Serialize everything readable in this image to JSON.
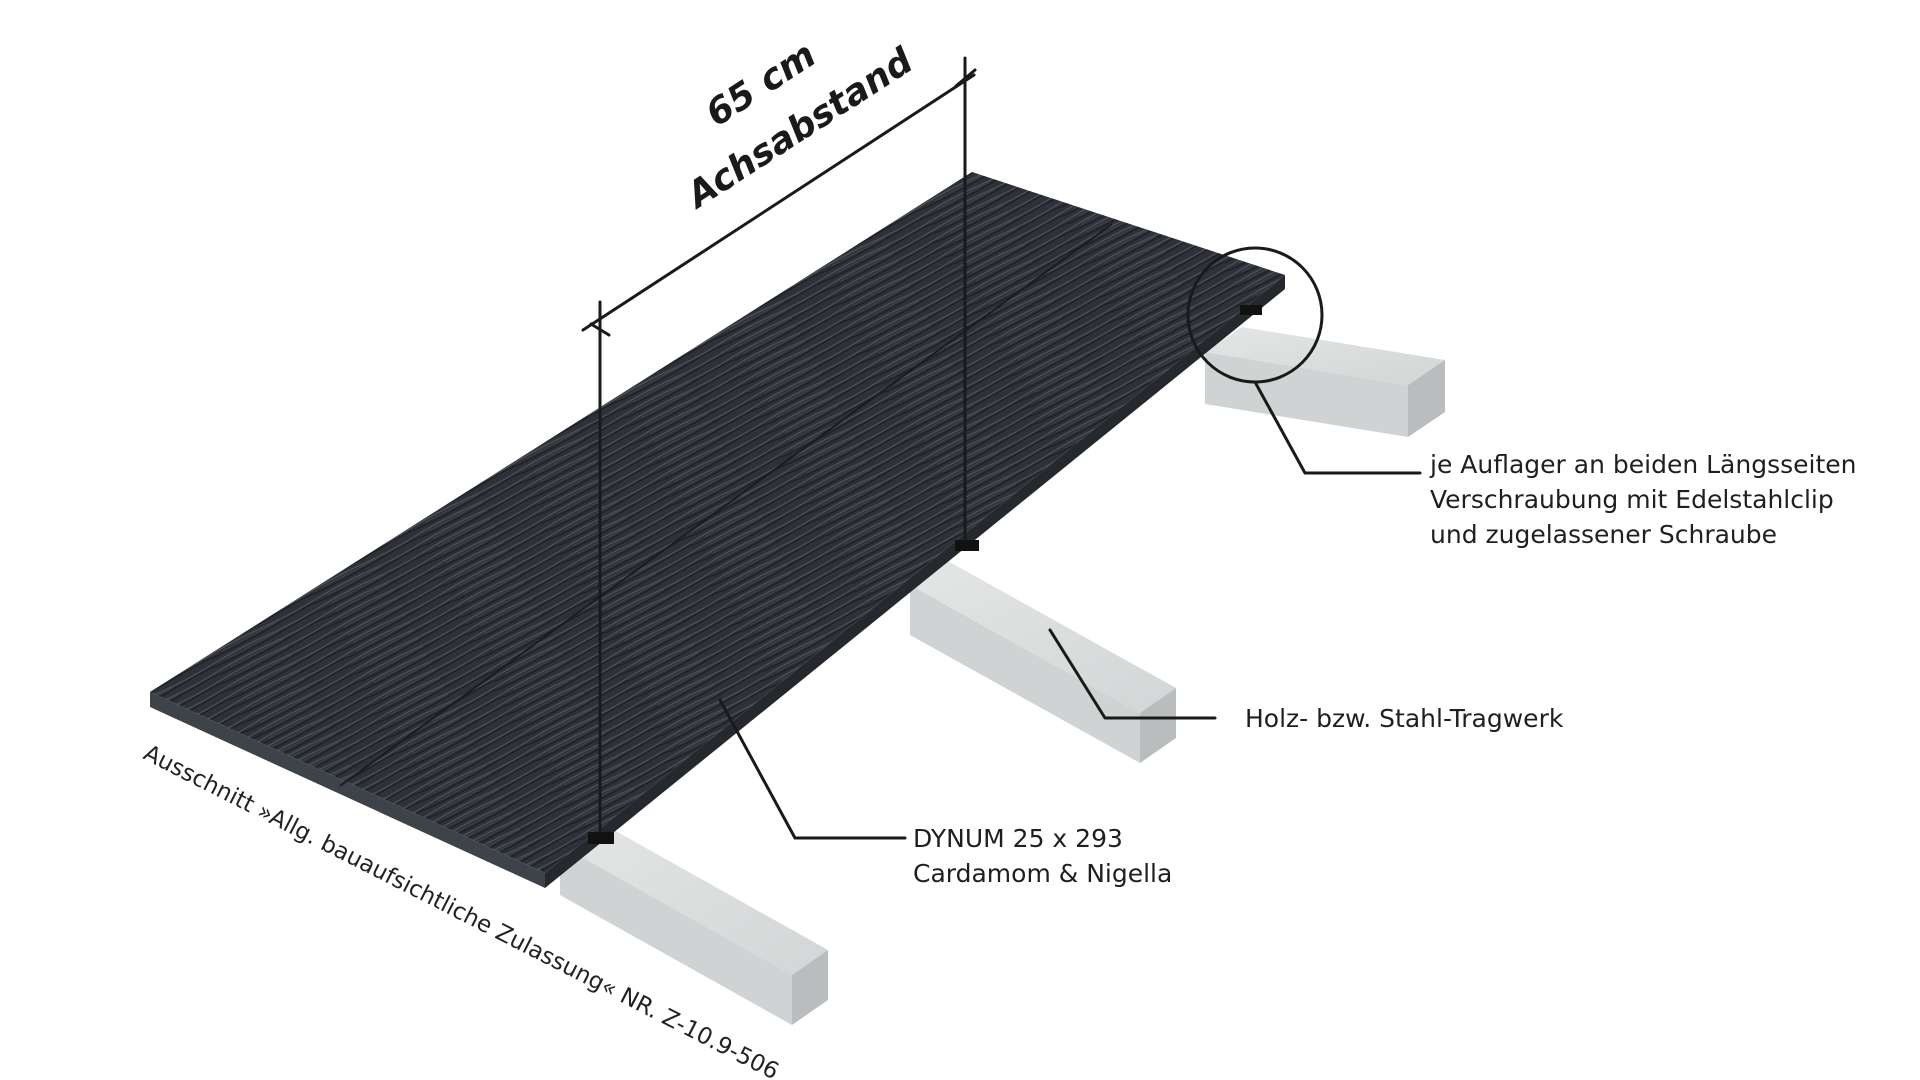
{
  "dimension": {
    "value": "65 cm",
    "label": "Achsabstand"
  },
  "callouts": {
    "fastening": {
      "line1": "je Auflager an beiden Längsseiten",
      "line2": "Verschraubung mit Edelstahlclip",
      "line3": "und zugelassener Schraube"
    },
    "substructure": {
      "line1": "Holz- bzw. Stahl-Tragwerk"
    },
    "product": {
      "line1": "DYNUM 25 x 293",
      "line2": "Cardamom & Nigella"
    }
  },
  "footnote": "Ausschnitt »Allg. bauaufsichtliche Zulassung« NR. Z-10.9-506",
  "colors": {
    "deck": "#2c3036",
    "deck_edge": "#3e4349",
    "joist": "#d9dbdb",
    "joist_shade": "#b9bdbe",
    "line": "#1a1a1a",
    "text": "#1f1f1f"
  }
}
